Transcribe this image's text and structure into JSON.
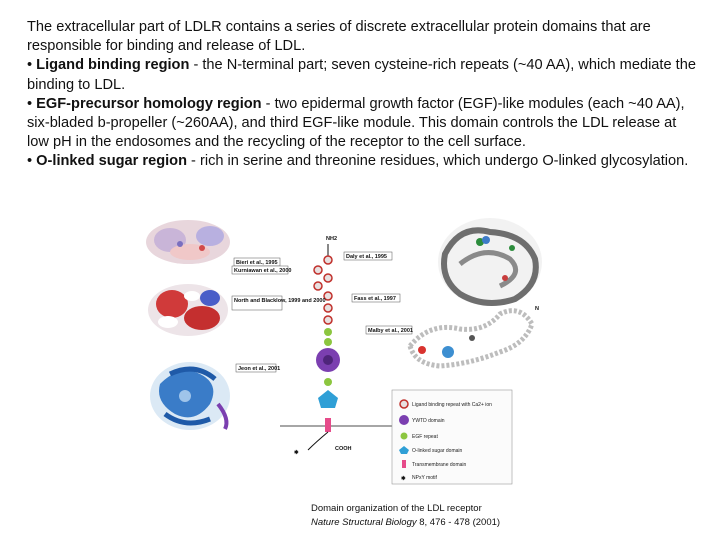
{
  "intro": "The extracellular part of LDLR contains a series of discrete extracellular protein domains that are responsible for binding and release of LDL.",
  "bullets": [
    {
      "marker": "•",
      "term": "Ligand binding region",
      "text": " - the N-terminal part; seven cysteine-rich repeats (~40 AA), which mediate the binding to LDL."
    },
    {
      "marker": "•",
      "term": "EGF-precursor homology region",
      "text": " - two epidermal growth factor (EGF)-like modules (each ~40 AA), six-bladed b-propeller (~260AA), and third EGF-like module. This domain controls the LDL release at low pH in the endosomes and the recycling of the receptor to the cell surface."
    },
    {
      "marker": "•",
      "term": "O-linked sugar region",
      "text": " - rich in serine and threonine residues, which undergo O-linked glycosylation."
    }
  ],
  "figure": {
    "nh2_label": "NH2",
    "cooh_label": "COOH",
    "refs": [
      "Daly et al., 1995",
      "Bieri et al., 1995",
      "Kurniawan et al., 2000",
      "Fass et al., 1997",
      "North and Blacklow, 1999 and 2000",
      "Malby et al., 2001",
      "Jeon et al., 2001"
    ],
    "legend": [
      "Ligand binding repeat with Ca2+ ion",
      "YWTD domain",
      "EGF repeat",
      "O-linked sugar domain",
      "Transmembrane domain",
      "NPxY motif"
    ]
  },
  "caption": {
    "line1": "Domain organization of the LDL receptor",
    "journal": "Nature Structural Biology",
    "citation": " 8, 476 - 478 (2001)"
  }
}
